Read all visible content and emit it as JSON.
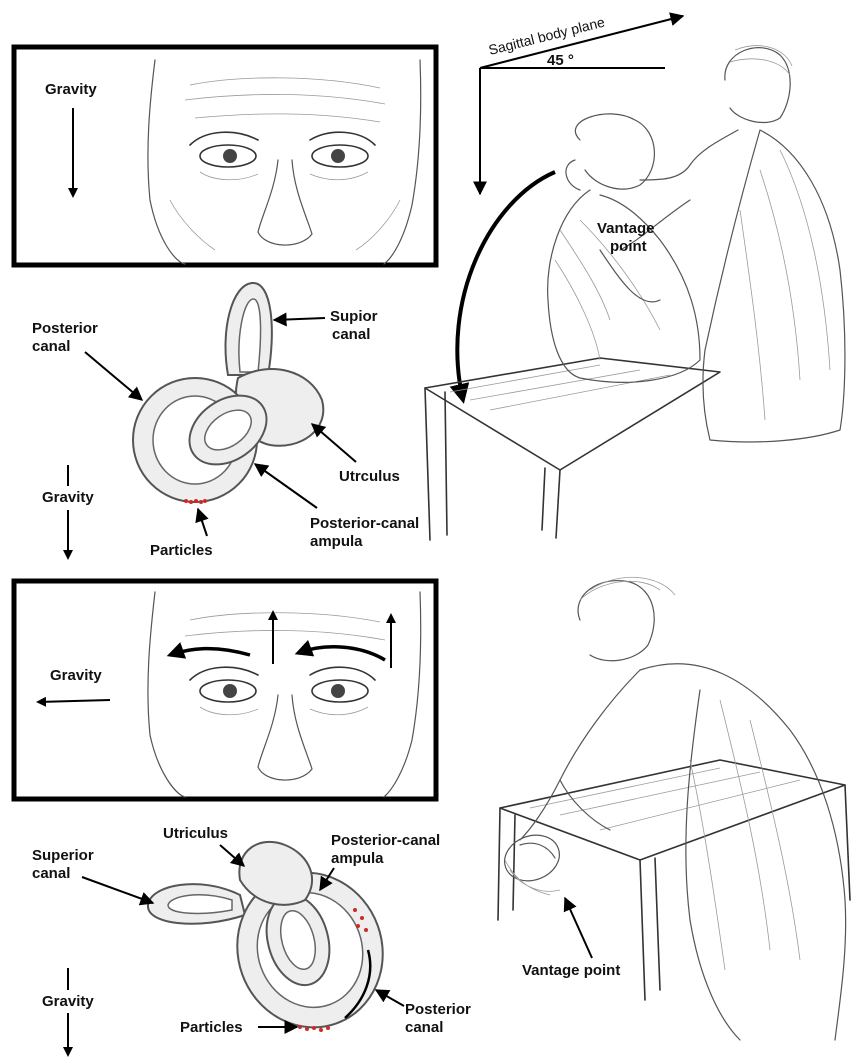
{
  "panels": {
    "top_face": {
      "gravity_label": "Gravity"
    },
    "top_labyrinth": {
      "posterior_canal": [
        "Posterior",
        "canal"
      ],
      "superior_canal": [
        "Supior",
        "canal"
      ],
      "utriculus": "Utrculus",
      "ampula": [
        "Posterior-canal",
        "ampula"
      ],
      "particles": "Particles",
      "gravity_label": "Gravity"
    },
    "top_right": {
      "plane_label": "Sagittal body plane",
      "angle_label": "45 °",
      "vantage_point": [
        "Vantage",
        "point"
      ]
    },
    "bottom_face": {
      "gravity_label": "Gravity"
    },
    "bottom_labyrinth": {
      "superior_canal": [
        "Superior",
        "canal"
      ],
      "utriculus": "Utriculus",
      "ampula": [
        "Posterior-canal",
        "ampula"
      ],
      "posterior_canal": [
        "Posterior",
        "canal"
      ],
      "particles": "Particles",
      "gravity_label": "Gravity"
    },
    "bottom_right": {
      "vantage_point": "Vantage point"
    }
  },
  "colors": {
    "ink": "#000000",
    "sketch": "#555555",
    "particles": "#d02828"
  }
}
